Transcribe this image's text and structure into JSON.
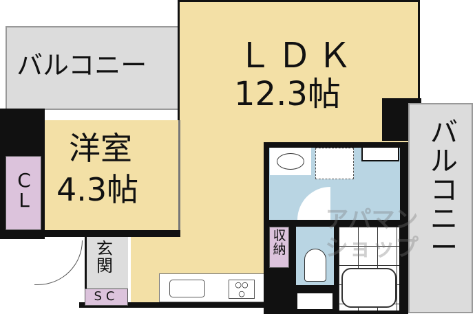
{
  "rooms": {
    "balcony_top": "バルコニー",
    "ldk_name": "ＬＤＫ",
    "ldk_size": "12.3帖",
    "western_name": "洋室",
    "western_size": "4.3帖",
    "closet": "CL",
    "entrance": "玄関",
    "shoe_closet": "SC",
    "storage": "収納",
    "balcony_right": "バルコニー"
  },
  "watermark": "アパマンショップ",
  "colors": {
    "ldk": "#f3e0a6",
    "wet": "#b9d5e3",
    "storage": "#dcc3dc",
    "balcony": "#dcdcdc",
    "wall": "#111111"
  }
}
